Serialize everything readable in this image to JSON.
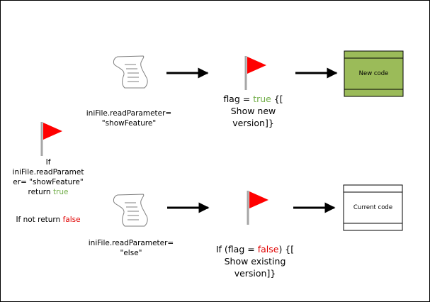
{
  "left_condition": {
    "if_kw": "If",
    "line2": "iniFile.readParamet",
    "line3": "er= \"showFeature\"",
    "return_kw": "return",
    "true_word": "true",
    "not_prefix": "If not return",
    "false_word": "false"
  },
  "top_row": {
    "read_line1": "iniFile.readParameter=",
    "read_line2": "\"showFeature\"",
    "flag_prefix": "flag = ",
    "true_word": "true",
    "flag_suffix": " {[",
    "show_line1": "Show new",
    "show_line2": "version]}",
    "box_label": "New code",
    "box_fill": "#9bbb59"
  },
  "bottom_row": {
    "read_line1": "iniFile.readParameter=",
    "read_line2": "\"else\"",
    "if_prefix": "If (flag = ",
    "false_word": "false",
    "if_suffix": ") {[",
    "show_line1": "Show existing",
    "show_line2": "version]}",
    "box_label": "Current code",
    "box_fill": "#ffffff"
  },
  "colors": {
    "flag_red": "#ff0000",
    "pole_gray": "#a6a6a6",
    "true_green": "#70ad47",
    "false_red": "#e00000"
  }
}
